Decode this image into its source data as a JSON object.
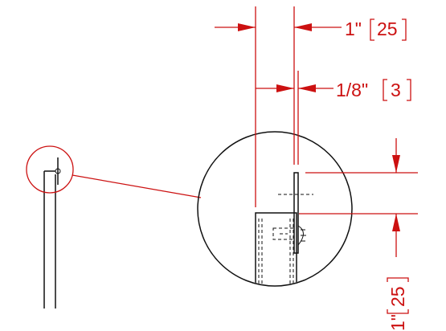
{
  "colors": {
    "dimension": "#cc1111",
    "object": "#111111",
    "background": "#ffffff"
  },
  "dimensions": {
    "gap": {
      "imperial": "1\"",
      "metric": "25"
    },
    "thickness": {
      "imperial": "1/8\"",
      "metric": "3"
    },
    "offset": {
      "imperial": "1\"",
      "metric": "25"
    }
  }
}
